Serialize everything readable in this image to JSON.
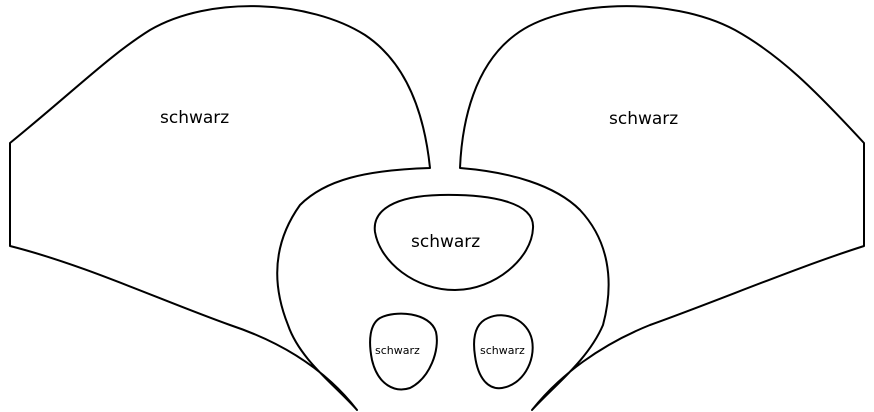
{
  "regions": {
    "left_lobe": {
      "label": "schwarz"
    },
    "right_lobe": {
      "label": "schwarz"
    },
    "center_blob": {
      "label": "schwarz"
    },
    "small_left_blob": {
      "label": "schwarz"
    },
    "small_right_blob": {
      "label": "schwarz"
    }
  },
  "colors": {
    "stroke": "#000000",
    "fill": "#ffffff",
    "background": "#ffffff"
  }
}
